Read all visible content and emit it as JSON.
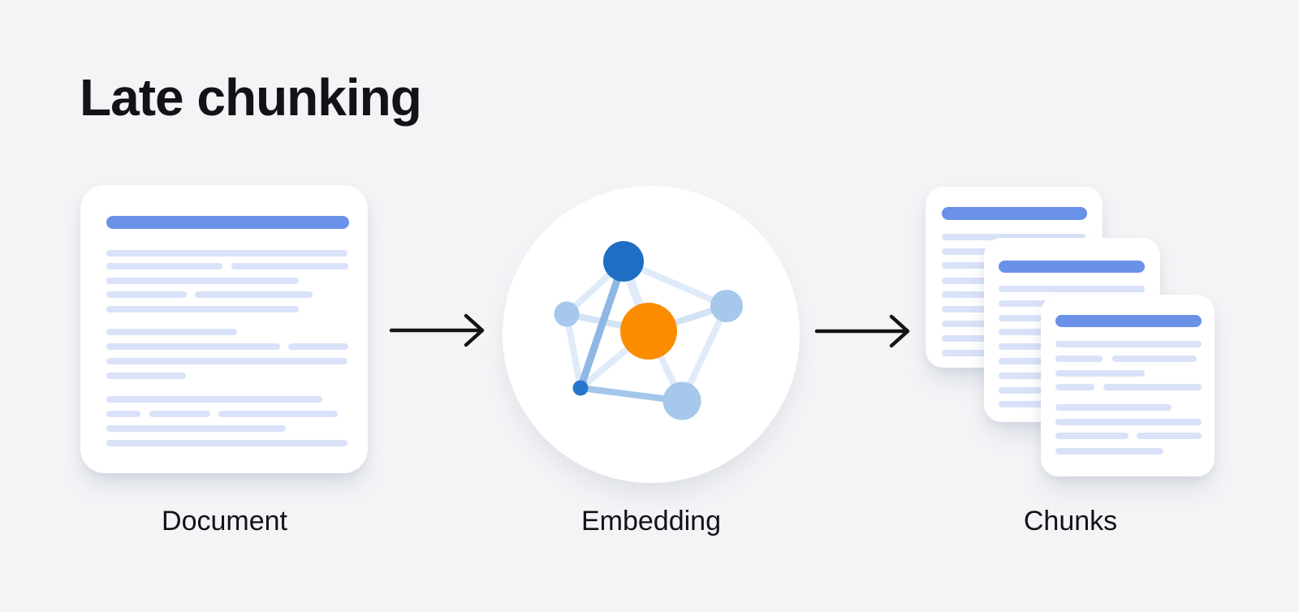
{
  "title": "Late chunking",
  "stages": [
    {
      "id": "document",
      "label": "Document"
    },
    {
      "id": "embedding",
      "label": "Embedding"
    },
    {
      "id": "chunks",
      "label": "Chunks"
    }
  ],
  "arrows": [
    {
      "name": "document-to-embedding"
    },
    {
      "name": "embedding-to-chunks"
    }
  ],
  "colors": {
    "background": "#F3F4F6",
    "card": "#FFFFFF",
    "accent-blue": "#6A91E8",
    "line-blue": "#D9E2F8",
    "node-dark-blue": "#1E6FC4",
    "node-small-blue": "#2676CE",
    "node-light-blue": "#A5C8EC",
    "node-orange": "#FB8C00",
    "edge-pale": "#DFEBF8",
    "edge-pale2": "#D3E3F4",
    "edge-medium": "#8FB7E4",
    "edge-medium2": "#A3C6EB",
    "arrow": "#141414",
    "text": "#121317"
  }
}
